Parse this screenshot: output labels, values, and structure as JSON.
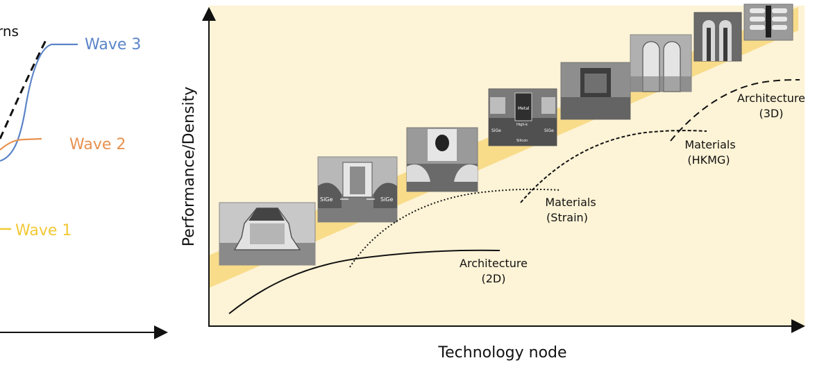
{
  "left_panel": {
    "label_top": "rns",
    "wave3": {
      "label": "Wave 3",
      "color": "#5b84c8"
    },
    "wave2": {
      "label": "Wave 2",
      "color": "#e8914f"
    },
    "wave1": {
      "label": "Wave 1",
      "color": "#f2c934"
    }
  },
  "main_chart": {
    "ylabel": "Performance/Density",
    "xlabel": "Technology node",
    "background_color": "#fdf3d6",
    "band_color": "#f9dc8a",
    "curves": [
      {
        "id": "arch2d",
        "label_line1": "Architecture",
        "label_line2": "(2D)",
        "style": "solid"
      },
      {
        "id": "strain",
        "label_line1": "Materials",
        "label_line2": "(Strain)",
        "style": "dotted"
      },
      {
        "id": "hkmg",
        "label_line1": "Materials",
        "label_line2": "(HKMG)",
        "style": "dashed-fine"
      },
      {
        "id": "arch3d",
        "label_line1": "Architecture",
        "label_line2": "(3D)",
        "style": "dashed"
      }
    ],
    "micrographs": [
      {
        "id": "planar",
        "labels": []
      },
      {
        "id": "sige",
        "labels": [
          "SiGe",
          "SiGe"
        ]
      },
      {
        "id": "gate-plug",
        "labels": []
      },
      {
        "id": "hkmg-tr",
        "labels": [
          "Metal",
          "High-k",
          "SiGe",
          "SiGe",
          "Silicon"
        ]
      },
      {
        "id": "block",
        "labels": []
      },
      {
        "id": "fin1",
        "labels": []
      },
      {
        "id": "fin2",
        "labels": []
      },
      {
        "id": "gaa",
        "labels": []
      }
    ]
  }
}
